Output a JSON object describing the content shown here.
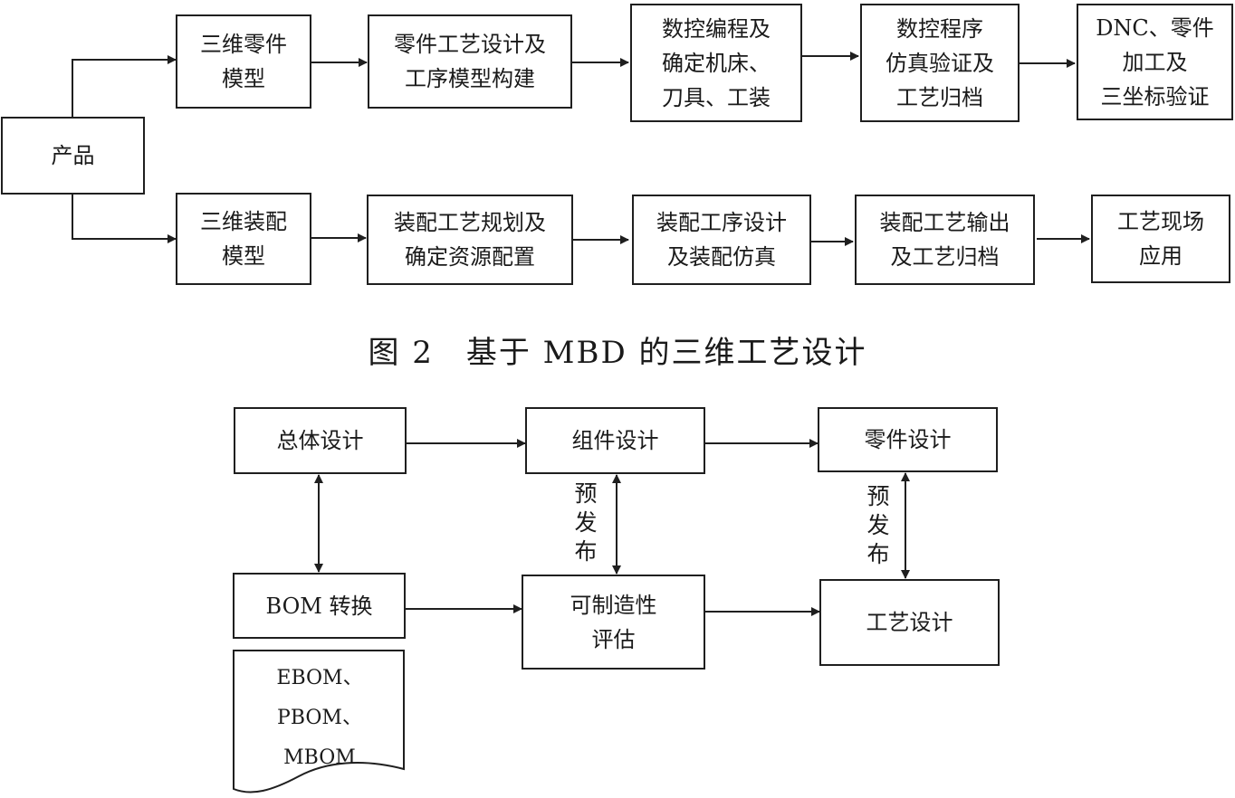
{
  "top_diagram": {
    "product": "产品",
    "part_row": [
      [
        "三维零件",
        "模型"
      ],
      [
        "零件工艺设计及",
        "工序模型构建"
      ],
      [
        "数控编程及",
        "确定机床、",
        "刀具、工装"
      ],
      [
        "数控程序",
        "仿真验证及",
        "工艺归档"
      ],
      [
        "DNC、零件",
        "加工及",
        "三坐标验证"
      ]
    ],
    "assembly_row": [
      [
        "三维装配",
        "模型"
      ],
      [
        "装配工艺规划及",
        "确定资源配置"
      ],
      [
        "装配工序设计",
        "及装配仿真"
      ],
      [
        "装配工艺输出",
        "及工艺归档"
      ],
      [
        "工艺现场",
        "应用"
      ]
    ]
  },
  "caption": "图 2　基于 MBD 的三维工艺设计",
  "bottom_diagram": {
    "overall_design": "总体设计",
    "component_design": "组件设计",
    "part_design": "零件设计",
    "bom_conversion": "BOM 转换",
    "manufacturability": [
      "可制造性",
      "评估"
    ],
    "process_design": "工艺设计",
    "prerelease_label": [
      "预",
      "发",
      "布"
    ],
    "bom_doc": [
      "EBOM、",
      "PBOM、",
      "MBOM"
    ]
  }
}
